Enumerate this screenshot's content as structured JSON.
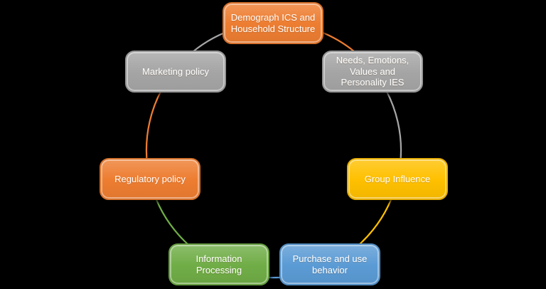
{
  "canvas": {
    "background": "#000000",
    "text_color": "#FFFFFF"
  },
  "diagram": {
    "type": "cycle",
    "nodes": [
      {
        "label": "Demograph ICS and\nHousehold Structure",
        "color": "#ED7D31"
      },
      {
        "label": "Needs, Emotions,\nValues and\nPersonality IES",
        "color": "#A5A5A5"
      },
      {
        "label": "Group Influence",
        "color": "#FFC000"
      },
      {
        "label": "Purchase and use\nbehavior",
        "color": "#5B9BD5"
      },
      {
        "label": "Information\nProcessing",
        "color": "#70AD47"
      },
      {
        "label": "Regulatory policy",
        "color": "#ED7D31"
      },
      {
        "label": "Marketing policy",
        "color": "#A5A5A5"
      }
    ],
    "connectors": [
      {
        "from": 0,
        "to": 1,
        "color": "#ED7D31"
      },
      {
        "from": 1,
        "to": 2,
        "color": "#A6A6A6"
      },
      {
        "from": 2,
        "to": 3,
        "color": "#FFC000"
      },
      {
        "from": 3,
        "to": 4,
        "color": "#5B9BD5"
      },
      {
        "from": 4,
        "to": 5,
        "color": "#70AD47"
      },
      {
        "from": 5,
        "to": 6,
        "color": "#ED7D31"
      },
      {
        "from": 6,
        "to": 0,
        "color": "#A6A6A6"
      }
    ]
  }
}
